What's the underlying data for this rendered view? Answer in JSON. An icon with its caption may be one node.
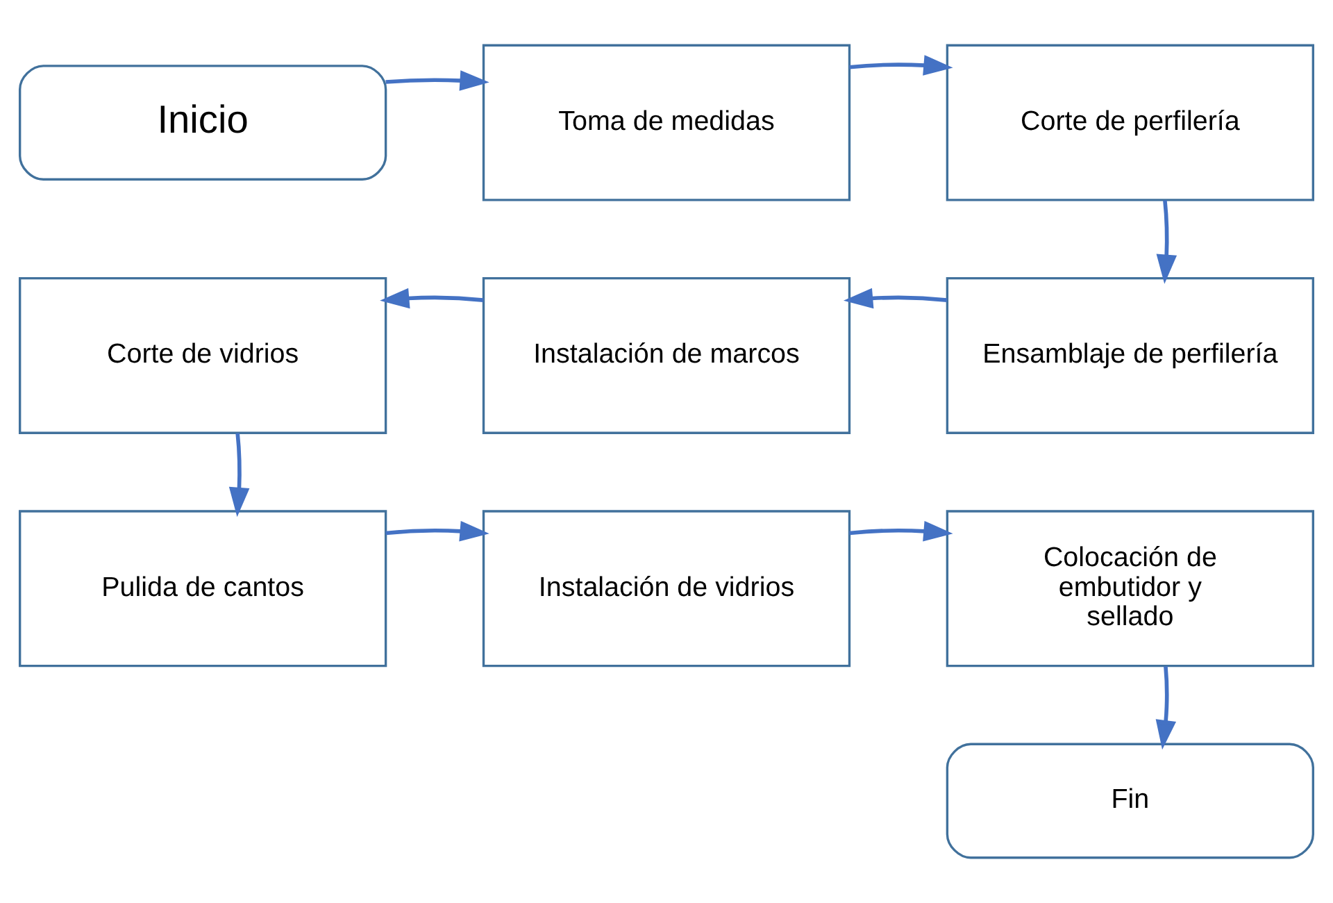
{
  "diagram": {
    "nodes": [
      {
        "text": [
          "Inicio"
        ]
      },
      {
        "text": [
          "Toma de medidas"
        ]
      },
      {
        "text": [
          "Corte de perfilería"
        ]
      },
      {
        "text": [
          "Ensamblaje de perfilería"
        ]
      },
      {
        "text": [
          "Instalación de marcos"
        ]
      },
      {
        "text": [
          "Corte de vidrios"
        ]
      },
      {
        "text": [
          "Pulida de cantos"
        ]
      },
      {
        "text": [
          "Instalación de vidrios"
        ]
      },
      {
        "text": [
          "Colocación de embutidor y sellado"
        ]
      },
      {
        "text": [
          "Fin"
        ]
      }
    ],
    "edges": [
      {
        "from": 0,
        "to": 1,
        "arrow": "to"
      },
      {
        "from": 1,
        "to": 2,
        "arrow": "to"
      },
      {
        "from": 2,
        "to": 3,
        "arrow": "to"
      },
      {
        "from": 3,
        "to": 4,
        "arrow": "to"
      },
      {
        "from": 4,
        "to": 5,
        "arrow": "to"
      },
      {
        "from": 5,
        "to": 6,
        "arrow": "to"
      },
      {
        "from": 6,
        "to": 7,
        "arrow": "to"
      },
      {
        "from": 7,
        "to": 8,
        "arrow": "to"
      },
      {
        "from": 8,
        "to": 9,
        "arrow": "to"
      }
    ]
  }
}
